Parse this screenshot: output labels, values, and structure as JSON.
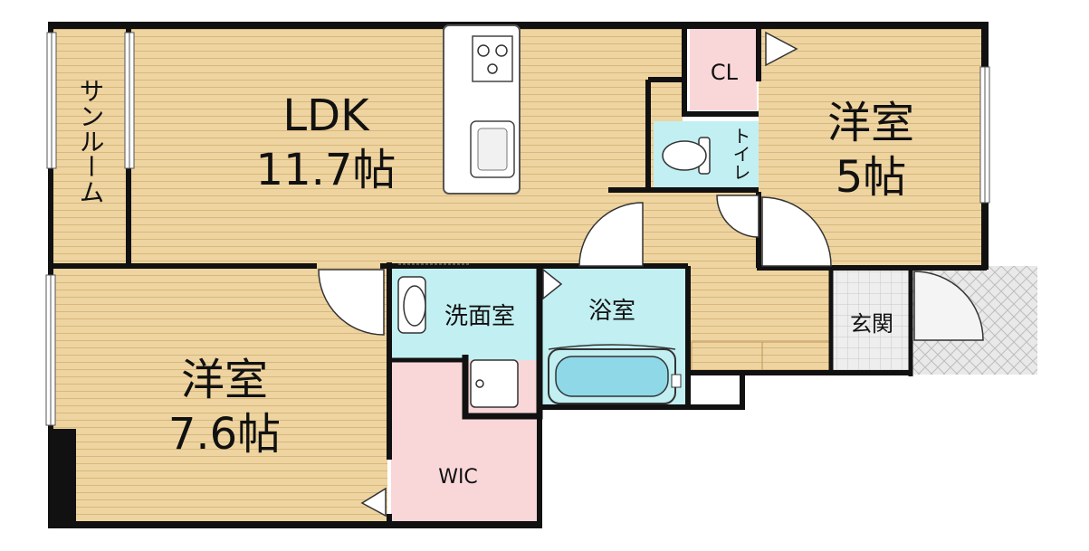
{
  "colors": {
    "wood": "#eed4a0",
    "wood_line": "#d9b77a",
    "wet": "#c2eff2",
    "closet": "#f9d7d9",
    "wall": "#111111",
    "porch": "#e6e6e6"
  },
  "rooms": {
    "ldk": {
      "name": "LDK",
      "size": "11.7帖"
    },
    "western_5": {
      "name": "洋室",
      "size": "5帖"
    },
    "western_7": {
      "name": "洋室",
      "size": "7.6帖"
    },
    "sunroom": {
      "name": "サンルーム"
    },
    "cl": {
      "name": "CL"
    },
    "toilet": {
      "name": "トイレ"
    },
    "washroom": {
      "name": "洗面室"
    },
    "bath": {
      "name": "浴室"
    },
    "entrance": {
      "name": "玄関"
    },
    "wic": {
      "name": "WIC"
    }
  }
}
